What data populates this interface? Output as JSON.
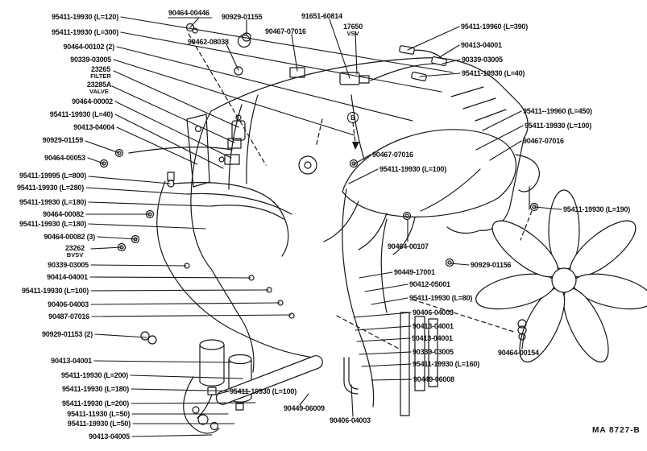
{
  "figure": {
    "code": "MA 8727-B",
    "marker": "B"
  },
  "callouts": [
    {
      "text": "95411-19930 (L=120)"
    },
    {
      "text": "95411-19930 (L=300)"
    },
    {
      "text": "90464-00102 (2)"
    },
    {
      "text": "90339-03005"
    },
    {
      "text": "23265",
      "caption": "FILTER"
    },
    {
      "text": "23285A",
      "caption": "VALVE"
    },
    {
      "text": "90464-00002"
    },
    {
      "text": "95411-19930 (L=40)"
    },
    {
      "text": "90413-04004"
    },
    {
      "text": "90929-01159"
    },
    {
      "text": "90464-00053"
    },
    {
      "text": "95411-19995 (L=800)"
    },
    {
      "text": "95411-19930 (L=280)"
    },
    {
      "text": "95411-19930 (L=180)"
    },
    {
      "text": "90464-00082"
    },
    {
      "text": "95411-19930 (L=180)"
    },
    {
      "text": "90464-00082 (3)"
    },
    {
      "text": "23262",
      "caption": "BVSV"
    },
    {
      "text": "90339-03005"
    },
    {
      "text": "90414-04001"
    },
    {
      "text": "95411-19930 (L=100)"
    },
    {
      "text": "90406-04003"
    },
    {
      "text": "90487-07016"
    },
    {
      "text": "90929-01153 (2)"
    },
    {
      "text": "90413-04001"
    },
    {
      "text": "95411-19930 (L=200)"
    },
    {
      "text": "95411-19930 (L=180)"
    },
    {
      "text": "95411-19930 (L=200)"
    },
    {
      "text": "95411-11930 (L=50)"
    },
    {
      "text": "95411-19930 (L=50)"
    },
    {
      "text": "90413-04005"
    },
    {
      "text": "90464-00446"
    },
    {
      "text": "90929-01155"
    },
    {
      "text": "91651-60814"
    },
    {
      "text": "90467-07016"
    },
    {
      "text": "17650",
      "caption": "VSV"
    },
    {
      "text": "90462-08038"
    },
    {
      "text": "95411-19960 (L=390)"
    },
    {
      "text": "90413-04001"
    },
    {
      "text": "90339-03005"
    },
    {
      "text": "95411-19930 (L=40)"
    },
    {
      "text": "95411--19960 (L=450)"
    },
    {
      "text": "95411-19930 (L=100)"
    },
    {
      "text": "90467-07016"
    },
    {
      "text": "95411-19930 (L=190)"
    },
    {
      "text": "90467-07016"
    },
    {
      "text": "95411-19930 (L=100)"
    },
    {
      "text": "90464-00107"
    },
    {
      "text": "90929-01156"
    },
    {
      "text": "90449-17001"
    },
    {
      "text": "90412-05001"
    },
    {
      "text": "95411-19930 (L=80)"
    },
    {
      "text": "90406-04003"
    },
    {
      "text": "90413-04001"
    },
    {
      "text": "90413-04001"
    },
    {
      "text": "90339-03005"
    },
    {
      "text": "95411-19930 (L=160)"
    },
    {
      "text": "90449-06008"
    },
    {
      "text": "90464-00154"
    },
    {
      "text": "95411-19930 (L=100)"
    },
    {
      "text": "90449-06009"
    },
    {
      "text": "90406-04003"
    }
  ]
}
